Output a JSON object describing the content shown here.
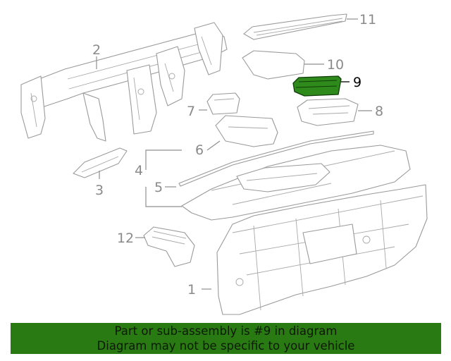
{
  "callouts": {
    "c1": "1",
    "c2": "2",
    "c3": "3",
    "c4": "4",
    "c5": "5",
    "c6": "6",
    "c7": "7",
    "c8": "8",
    "c9": "9",
    "c10": "10",
    "c11": "11",
    "c12": "12"
  },
  "highlighted_part": "9",
  "banner": {
    "line1": "Part or sub-assembly is #9 in diagram",
    "line2": "Diagram may not be specific to your vehicle"
  },
  "colors": {
    "highlight_fill": "#2f8a1c",
    "banner_background": "#2a7a14",
    "line_art": "#9a9a9a"
  }
}
